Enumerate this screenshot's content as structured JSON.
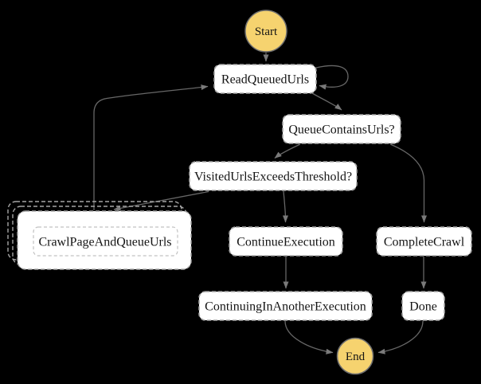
{
  "diagram": {
    "name": "web-crawler-state-machine-graph",
    "nodes": {
      "start": {
        "label": "Start",
        "type": "terminal"
      },
      "read_queued_urls": {
        "label": "ReadQueuedUrls",
        "type": "task"
      },
      "queue_contains_urls": {
        "label": "QueueContainsUrls?",
        "type": "choice"
      },
      "visited_urls_exceeds_threshold": {
        "label": "VisitedUrlsExceedsThreshold?",
        "type": "choice"
      },
      "crawl_page_and_queue_urls": {
        "label": "CrawlPageAndQueueUrls",
        "type": "map-iteration"
      },
      "continue_execution": {
        "label": "ContinueExecution",
        "type": "task"
      },
      "complete_crawl": {
        "label": "CompleteCrawl",
        "type": "task"
      },
      "continuing_in_another_execution": {
        "label": "ContinuingInAnotherExecution",
        "type": "succeed"
      },
      "done": {
        "label": "Done",
        "type": "succeed"
      },
      "end": {
        "label": "End",
        "type": "terminal"
      }
    },
    "edges": [
      {
        "from": "Start",
        "to": "ReadQueuedUrls"
      },
      {
        "from": "ReadQueuedUrls",
        "to": "ReadQueuedUrls"
      },
      {
        "from": "ReadQueuedUrls",
        "to": "QueueContainsUrls?"
      },
      {
        "from": "QueueContainsUrls?",
        "to": "VisitedUrlsExceedsThreshold?"
      },
      {
        "from": "QueueContainsUrls?",
        "to": "CompleteCrawl"
      },
      {
        "from": "VisitedUrlsExceedsThreshold?",
        "to": "CrawlPageAndQueueUrls"
      },
      {
        "from": "VisitedUrlsExceedsThreshold?",
        "to": "ContinueExecution"
      },
      {
        "from": "CrawlPageAndQueueUrls",
        "to": "ReadQueuedUrls"
      },
      {
        "from": "ContinueExecution",
        "to": "ContinuingInAnotherExecution"
      },
      {
        "from": "CompleteCrawl",
        "to": "Done"
      },
      {
        "from": "ContinuingInAnotherExecution",
        "to": "End"
      },
      {
        "from": "Done",
        "to": "End"
      }
    ],
    "colors": {
      "background": "#000000",
      "terminal_fill": "#f6d36f",
      "state_fill": "#ffffff",
      "state_border": "#a6a6a6",
      "edge": "#676767",
      "text": "#141414"
    }
  }
}
